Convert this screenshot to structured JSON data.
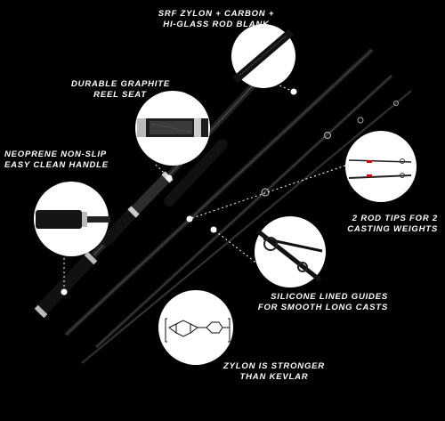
{
  "callouts": {
    "blank": {
      "line1": "SRF ZYLON + CARBON +",
      "line2": "HI-GLASS ROD BLANK",
      "icon": "rod-blank-closeup"
    },
    "reel_seat": {
      "line1": "DURABLE GRAPHITE",
      "line2": "REEL SEAT",
      "icon": "reel-seat-closeup"
    },
    "handle": {
      "line1": "NEOPRENE NON-SLIP",
      "line2": "EASY CLEAN HANDLE",
      "icon": "handle-closeup"
    },
    "tips": {
      "line1": "2 ROD TIPS FOR  2",
      "line2": "CASTING WEIGHTS",
      "icon": "rod-tips-closeup"
    },
    "guides": {
      "line1": "SILICONE LINED GUIDES",
      "line2": "FOR SMOOTH LONG CASTS",
      "icon": "guides-closeup"
    },
    "zylon": {
      "line1": "ZYLON IS STRONGER",
      "line2": "THAN KEVLAR",
      "icon": "zylon-molecule"
    }
  },
  "colors": {
    "background": "#000000",
    "text": "#ffffff",
    "rod": "#1a1a1a",
    "accent": "#c8c8c8"
  }
}
